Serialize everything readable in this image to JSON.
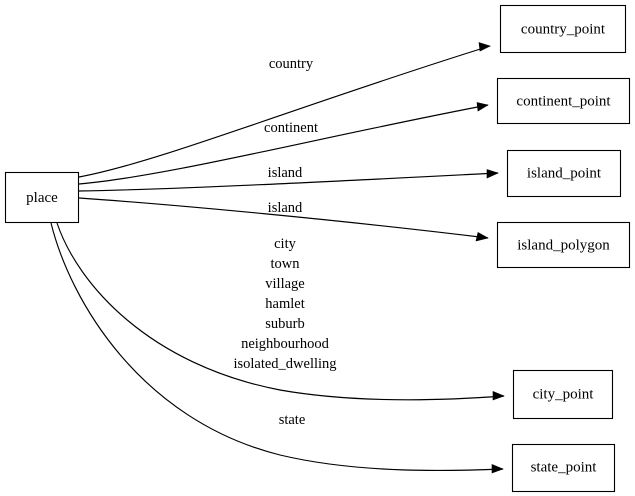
{
  "diagram": {
    "type": "directed-graph",
    "title": "place",
    "background_color": "#ffffff",
    "stroke_color": "#000000",
    "root": {
      "id": "place",
      "label": "place"
    },
    "targets": [
      {
        "id": "country_point",
        "label": "country_point"
      },
      {
        "id": "continent_point",
        "label": "continent_point"
      },
      {
        "id": "island_point",
        "label": "island_point"
      },
      {
        "id": "island_polygon",
        "label": "island_polygon"
      },
      {
        "id": "city_point",
        "label": "city_point"
      },
      {
        "id": "state_point",
        "label": "state_point"
      }
    ],
    "edges": [
      {
        "from": "place",
        "to": "country_point",
        "label": "country"
      },
      {
        "from": "place",
        "to": "continent_point",
        "label": "continent"
      },
      {
        "from": "place",
        "to": "island_point",
        "label": "island"
      },
      {
        "from": "place",
        "to": "island_polygon",
        "label": "island"
      },
      {
        "from": "place",
        "to": "city_point",
        "label": "city\ntown\nvillage\nhamlet\nsuburb\nneighbourhood\nisolated_dwelling"
      },
      {
        "from": "place",
        "to": "state_point",
        "label": "state"
      }
    ],
    "edge_label_lines": {
      "country": [
        "country"
      ],
      "continent": [
        "continent"
      ],
      "island_1": [
        "island"
      ],
      "island_2": [
        "island"
      ],
      "city_group": [
        "city",
        "town",
        "village",
        "hamlet",
        "suburb",
        "neighbourhood",
        "isolated_dwelling"
      ],
      "state": [
        "state"
      ]
    }
  }
}
